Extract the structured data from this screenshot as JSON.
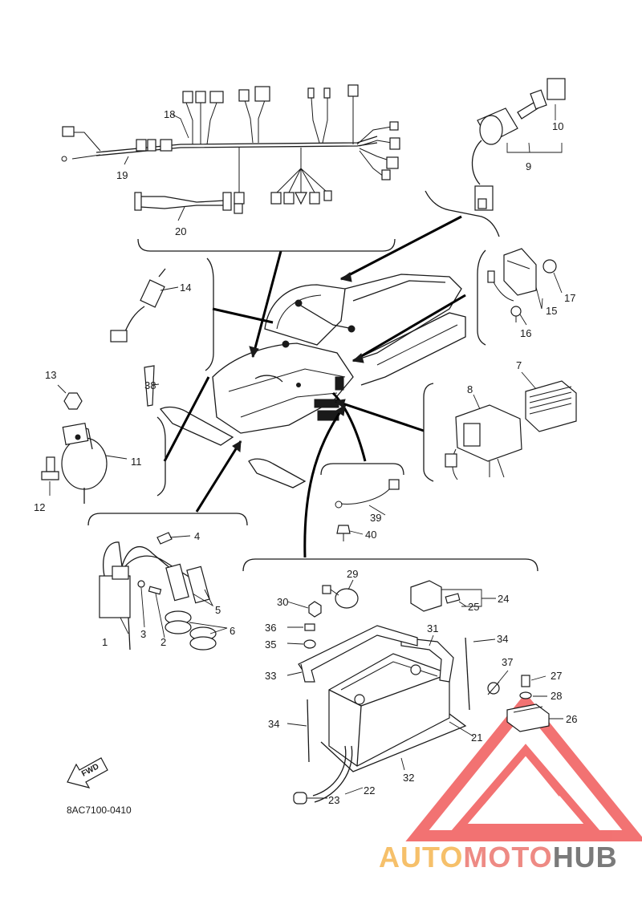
{
  "diagram": {
    "drawing_code": "8AC7100-0410",
    "forward_marker": "FWD",
    "watermark": {
      "part1": "AUTO",
      "part2": "MOTO",
      "part3": "HUB",
      "colors": {
        "auto": "#f6c06a",
        "moto": "#ee8a84",
        "hub": "#7a7a7a",
        "triangle": "#f05a5a"
      }
    },
    "callouts": {
      "c1": "1",
      "c2": "2",
      "c3": "3",
      "c4": "4",
      "c5": "5",
      "c6": "6",
      "c7": "7",
      "c8": "8",
      "c9": "9",
      "c10": "10",
      "c11": "11",
      "c12": "12",
      "c13": "13",
      "c14": "14",
      "c15": "15",
      "c16": "16",
      "c17": "17",
      "c18": "18",
      "c19": "19",
      "c20": "20",
      "c21": "21",
      "c22": "22",
      "c23": "23",
      "c24": "24",
      "c25": "25",
      "c26": "26",
      "c27": "27",
      "c28": "28",
      "c29": "29",
      "c30": "30",
      "c31": "31",
      "c32": "32",
      "c33": "33",
      "c34a": "34",
      "c34b": "34",
      "c35": "35",
      "c36": "36",
      "c37": "37",
      "c38": "38",
      "c39": "39",
      "c40": "40"
    }
  }
}
